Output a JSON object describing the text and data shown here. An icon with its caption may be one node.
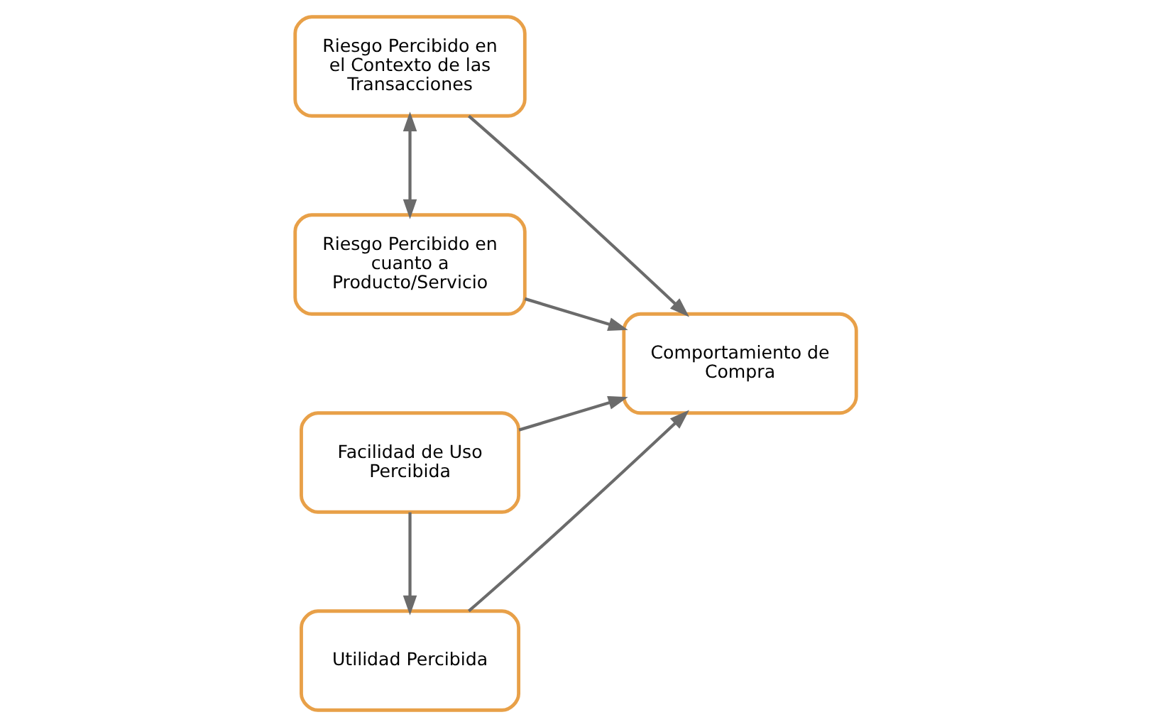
{
  "diagram": {
    "nodes": [
      {
        "text": [
          "Riesgo Percibido en el Contexto de las Transacciones"
        ]
      },
      {
        "text": [
          "Facilidad de Uso Percibida"
        ]
      },
      {
        "text": [
          "Comportamiento de Compra"
        ]
      },
      {
        "text": [
          "Utilidad Percibida"
        ]
      },
      {
        "text": [
          "Riesgo Percibido en cuanto a Producto/Servicio"
        ]
      }
    ],
    "edges": [
      {
        "from": 0,
        "to": 2,
        "arrow": "to"
      },
      {
        "from": 0,
        "to": 4,
        "arrow": "both"
      },
      {
        "from": 1,
        "to": 2,
        "arrow": "to"
      },
      {
        "from": 1,
        "to": 3,
        "arrow": "to"
      },
      {
        "from": 3,
        "to": 2,
        "arrow": "to"
      },
      {
        "from": 4,
        "to": 2,
        "arrow": "to"
      }
    ]
  }
}
